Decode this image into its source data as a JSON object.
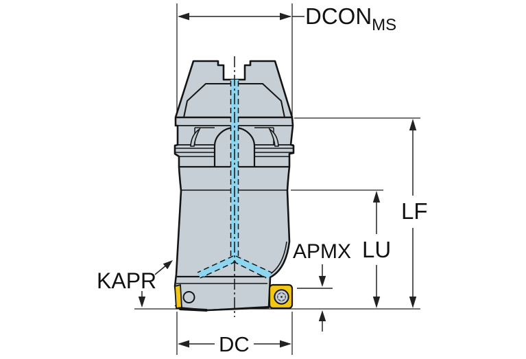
{
  "diagram": {
    "type": "technical-drawing",
    "subject": "indexable shoulder milling cutter with coupling, dimension callouts",
    "labels": {
      "dcon": "DCON",
      "dcon_sub": "MS",
      "lf": "LF",
      "lu": "LU",
      "apmx": "APMX",
      "kapr": "KAPR",
      "dc": "DC"
    },
    "colors": {
      "background": "#ffffff",
      "body": "#c6cfd6",
      "line": "#141414",
      "dim": "#222222",
      "coolant": "#8ed5ef",
      "insert": "#f2c713"
    }
  }
}
